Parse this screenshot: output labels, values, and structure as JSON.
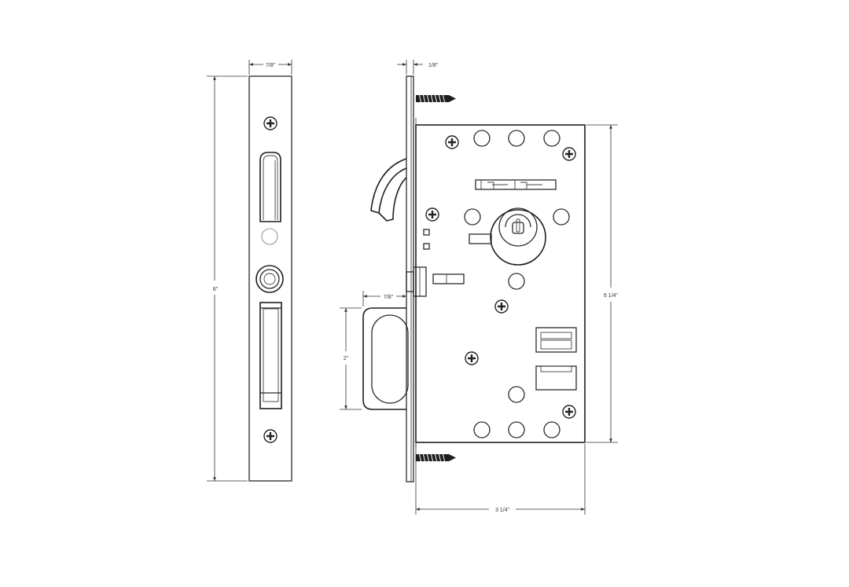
{
  "dimensions": {
    "faceplate_width": "7/8\"",
    "faceplate_thickness": "1/8\"",
    "overall_height": "8\"",
    "case_height": "6 1/4\"",
    "pull_depth": "7/8\"",
    "pull_height": "2\"",
    "backset": "3 1/4\""
  },
  "colors": {
    "line": "#2a2a2a",
    "background": "#ffffff",
    "screw_thread": "#1e1e1e"
  }
}
